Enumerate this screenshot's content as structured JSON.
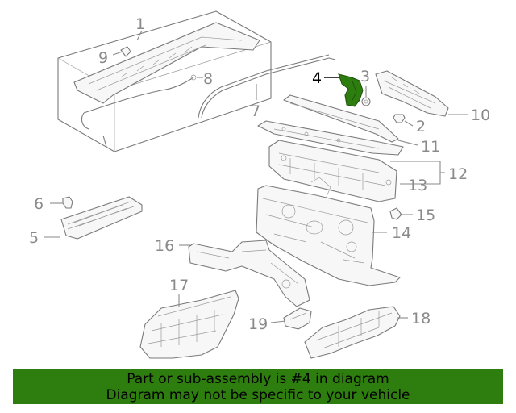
{
  "callouts": {
    "c1": "1",
    "c2": "2",
    "c3": "3",
    "c4": "4",
    "c5": "5",
    "c6": "6",
    "c7": "7",
    "c8": "8",
    "c9": "9",
    "c10": "10",
    "c11": "11",
    "c12": "12",
    "c13": "13",
    "c14": "14",
    "c15": "15",
    "c16": "16",
    "c17": "17",
    "c18": "18",
    "c19": "19"
  },
  "highlight": {
    "part": "4",
    "color": "#2e7d0f"
  },
  "banner": {
    "line1": "Part or sub-assembly is #4 in diagram",
    "line2": "Diagram may not be specific to your vehicle",
    "background": "#2e7d0f"
  }
}
